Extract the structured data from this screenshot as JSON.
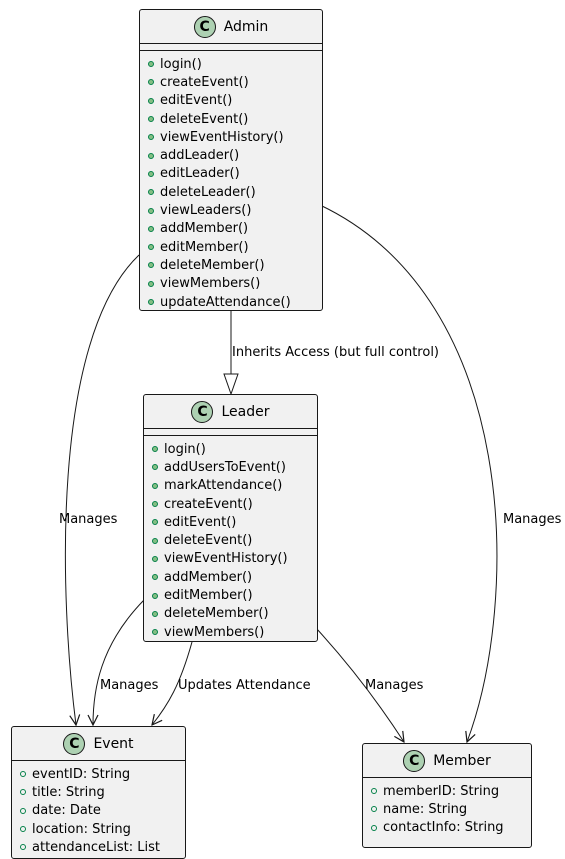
{
  "classes": [
    {
      "key": "admin",
      "name": "Admin",
      "badge": "C",
      "fields": [],
      "methods": [
        "login()",
        "createEvent()",
        "editEvent()",
        "deleteEvent()",
        "viewEventHistory()",
        "addLeader()",
        "editLeader()",
        "deleteLeader()",
        "viewLeaders()",
        "addMember()",
        "editMember()",
        "deleteMember()",
        "viewMembers()",
        "updateAttendance()"
      ]
    },
    {
      "key": "leader",
      "name": "Leader",
      "badge": "C",
      "fields": [],
      "methods": [
        "login()",
        "addUsersToEvent()",
        "markAttendance()",
        "createEvent()",
        "editEvent()",
        "deleteEvent()",
        "viewEventHistory()",
        "addMember()",
        "editMember()",
        "deleteMember()",
        "viewMembers()"
      ]
    },
    {
      "key": "event",
      "name": "Event",
      "badge": "C",
      "fields": [
        "eventID: String",
        "title: String",
        "date: Date",
        "location: String",
        "attendanceList: List"
      ],
      "methods": []
    },
    {
      "key": "member",
      "name": "Member",
      "badge": "C",
      "fields": [
        "memberID: String",
        "name: String",
        "contactInfo: String"
      ],
      "methods": []
    }
  ],
  "edges": [
    {
      "key": "inherits",
      "label": "Inherits Access (but full control)"
    },
    {
      "key": "admin_event",
      "label": "Manages"
    },
    {
      "key": "admin_member",
      "label": "Manages"
    },
    {
      "key": "leader_event",
      "label": "Manages"
    },
    {
      "key": "leader_event_att",
      "label": "Updates Attendance"
    },
    {
      "key": "leader_member",
      "label": "Manages"
    }
  ],
  "colors": {
    "class_fill": "#f1f1f1",
    "badge": "#ADD1B2",
    "method_dot": "#84BE84",
    "visibility_border": "#038048",
    "line": "#181818"
  }
}
